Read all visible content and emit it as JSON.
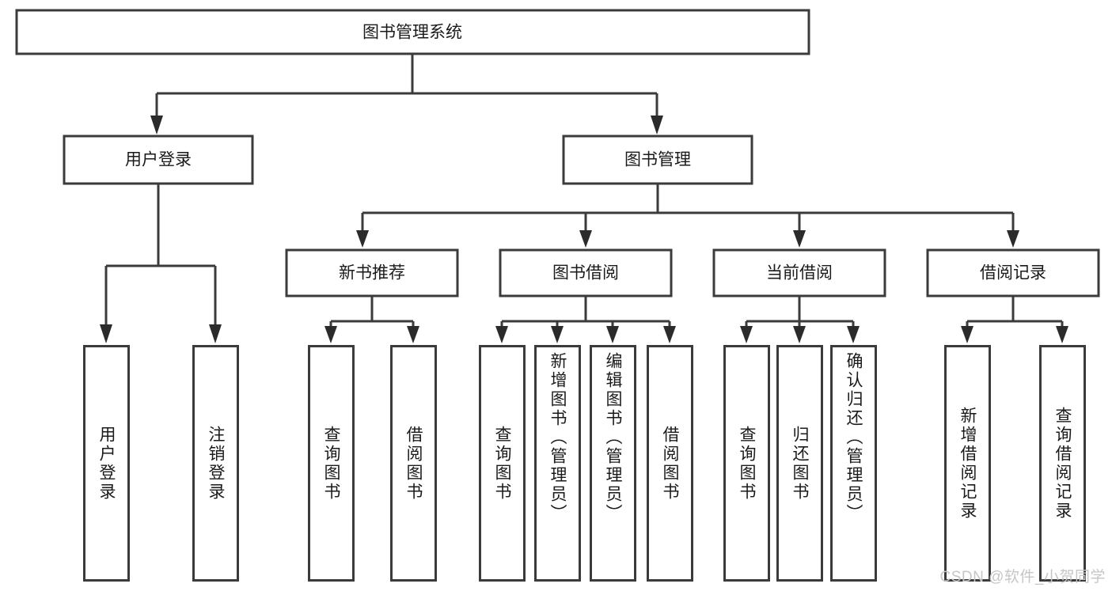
{
  "diagram": {
    "title": "图书管理系统",
    "type": "tree",
    "root": {
      "label": "图书管理系统"
    },
    "level2": [
      {
        "label": "用户登录"
      },
      {
        "label": "图书管理"
      }
    ],
    "level3": [
      {
        "label": "新书推荐"
      },
      {
        "label": "图书借阅"
      },
      {
        "label": "当前借阅"
      },
      {
        "label": "借阅记录"
      }
    ],
    "leaves": [
      {
        "label": "用户登录",
        "parent": "用户登录"
      },
      {
        "label": "注销登录",
        "parent": "用户登录"
      },
      {
        "label": "查询图书",
        "parent": "新书推荐"
      },
      {
        "label": "借阅图书",
        "parent": "新书推荐"
      },
      {
        "label": "查询图书",
        "parent": "图书借阅"
      },
      {
        "label": "新增图书（管理员）",
        "parent": "图书借阅"
      },
      {
        "label": "编辑图书（管理员）",
        "parent": "图书借阅"
      },
      {
        "label": "借阅图书",
        "parent": "图书借阅"
      },
      {
        "label": "查询图书",
        "parent": "当前借阅"
      },
      {
        "label": "归还图书",
        "parent": "当前借阅"
      },
      {
        "label": "确认归还（管理员）",
        "parent": "当前借阅"
      },
      {
        "label": "新增借阅记录",
        "parent": "借阅记录"
      },
      {
        "label": "查询借阅记录",
        "parent": "借阅记录"
      }
    ]
  },
  "watermark": {
    "text": "CSDN @软件_小贺同学"
  },
  "colors": {
    "box_border": "#3b3b3b",
    "box_fill": "#ffffff",
    "text": "#1a1a1a",
    "connector": "#3b3b3b",
    "watermark": "#c6c6c6",
    "background": "#ffffff"
  }
}
